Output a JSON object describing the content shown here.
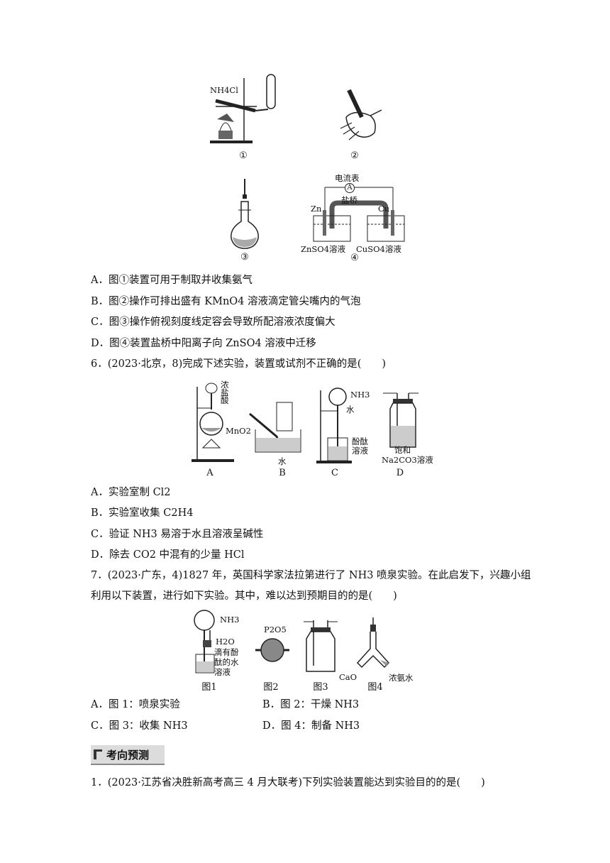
{
  "figures_q5": {
    "fig1": {
      "nh4cl": "NH4Cl",
      "label": "①"
    },
    "fig2": {
      "label": "②"
    },
    "fig3": {
      "label": "③"
    },
    "fig4": {
      "ammeter": "电流表",
      "ammeter_symbol": "A",
      "salt_bridge": "盐桥",
      "zn": "Zn",
      "cu": "Cu",
      "znso4": "ZnSO4溶液",
      "cuso4": "CuSO4溶液",
      "label": "④"
    }
  },
  "q5_options": [
    "A．图①装置可用于制取并收集氨气",
    "B．图②操作可排出盛有 KMnO4 溶液滴定管尖嘴内的气泡",
    "C．图③操作俯视刻度线定容会导致所配溶液浓度偏大",
    "D．图④装置盐桥中阳离子向 ZnSO4 溶液中迁移"
  ],
  "q6": {
    "stem": "6．(2023·北京，8)完成下述实验，装置或试剂不正确的是(　　)",
    "figure": {
      "a_acid": "浓盐酸",
      "a_mno2": "MnO2",
      "a_label": "A",
      "b_water": "水",
      "b_label": "B",
      "c_nh3": "NH3",
      "c_water": "水",
      "c_phenol": "酚酞溶液",
      "c_label": "C",
      "d_sat": "饱和",
      "d_na2co3": "Na2CO3溶液",
      "d_label": "D"
    },
    "options": [
      "A．实验室制 Cl2",
      "B．实验室收集 C2H4",
      "C．验证 NH3 易溶于水且溶液呈碱性",
      "D．除去 CO2 中混有的少量 HCl"
    ]
  },
  "q7": {
    "stem_line1": "7．(2023·广东，4)1827 年，英国科学家法拉第进行了 NH3 喷泉实验。在此启发下，兴趣小组",
    "stem_line2": "利用以下装置，进行如下实验。其中，难以达到预期目的的是(　　)",
    "figure": {
      "f1_nh3": "NH3",
      "f1_h2o": "H2O",
      "f1_sol": "滴有酚酞的水溶液",
      "f1_label": "图1",
      "f2_p2o5": "P2O5",
      "f2_label": "图2",
      "f3_label": "图3",
      "f4_cao": "CaO",
      "f4_ammonia": "浓氨水",
      "f4_label": "图4"
    },
    "options": [
      "A．图 1：喷泉实验",
      "B．图 2：干燥 NH3",
      "C．图 3：收集 NH3",
      "D．图 4：制备 NH3"
    ]
  },
  "section_title": "考向预测",
  "q1_next": "1．(2023·江苏省决胜新高考高三 4 月大联考)下列实验装置能达到实验目的的是(　　)"
}
